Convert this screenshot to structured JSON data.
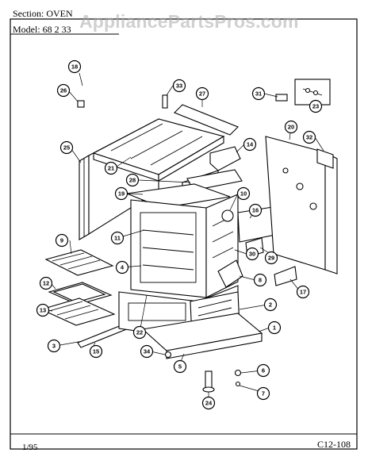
{
  "header": {
    "section": "Section: OVEN",
    "model": "Model: 68 2 33",
    "watermark": "AppliancePartsPros.com"
  },
  "footer": {
    "date": "1/95",
    "code": "C12-108"
  },
  "callouts": [
    {
      "id": "c18",
      "num": "18"
    },
    {
      "id": "c26",
      "num": "26"
    },
    {
      "id": "c33",
      "num": "33"
    },
    {
      "id": "c27",
      "num": "27"
    },
    {
      "id": "c31",
      "num": "31"
    },
    {
      "id": "c23",
      "num": "23"
    },
    {
      "id": "c25",
      "num": "25"
    },
    {
      "id": "c21",
      "num": "21"
    },
    {
      "id": "c20",
      "num": "20"
    },
    {
      "id": "c14",
      "num": "14"
    },
    {
      "id": "c32",
      "num": "32"
    },
    {
      "id": "c28",
      "num": "28"
    },
    {
      "id": "c19",
      "num": "19"
    },
    {
      "id": "c10",
      "num": "10"
    },
    {
      "id": "c16",
      "num": "16"
    },
    {
      "id": "c9",
      "num": "9"
    },
    {
      "id": "c11",
      "num": "11"
    },
    {
      "id": "c30",
      "num": "30"
    },
    {
      "id": "c29",
      "num": "29"
    },
    {
      "id": "c4",
      "num": "4"
    },
    {
      "id": "c12",
      "num": "12"
    },
    {
      "id": "c8",
      "num": "8"
    },
    {
      "id": "c17",
      "num": "17"
    },
    {
      "id": "c2",
      "num": "2"
    },
    {
      "id": "c13",
      "num": "13"
    },
    {
      "id": "c1",
      "num": "1"
    },
    {
      "id": "c3",
      "num": "3"
    },
    {
      "id": "c22",
      "num": "22"
    },
    {
      "id": "c15",
      "num": "15"
    },
    {
      "id": "c34",
      "num": "34"
    },
    {
      "id": "c5",
      "num": "5"
    },
    {
      "id": "c6",
      "num": "6"
    },
    {
      "id": "c7",
      "num": "7"
    },
    {
      "id": "c24",
      "num": "24"
    }
  ]
}
